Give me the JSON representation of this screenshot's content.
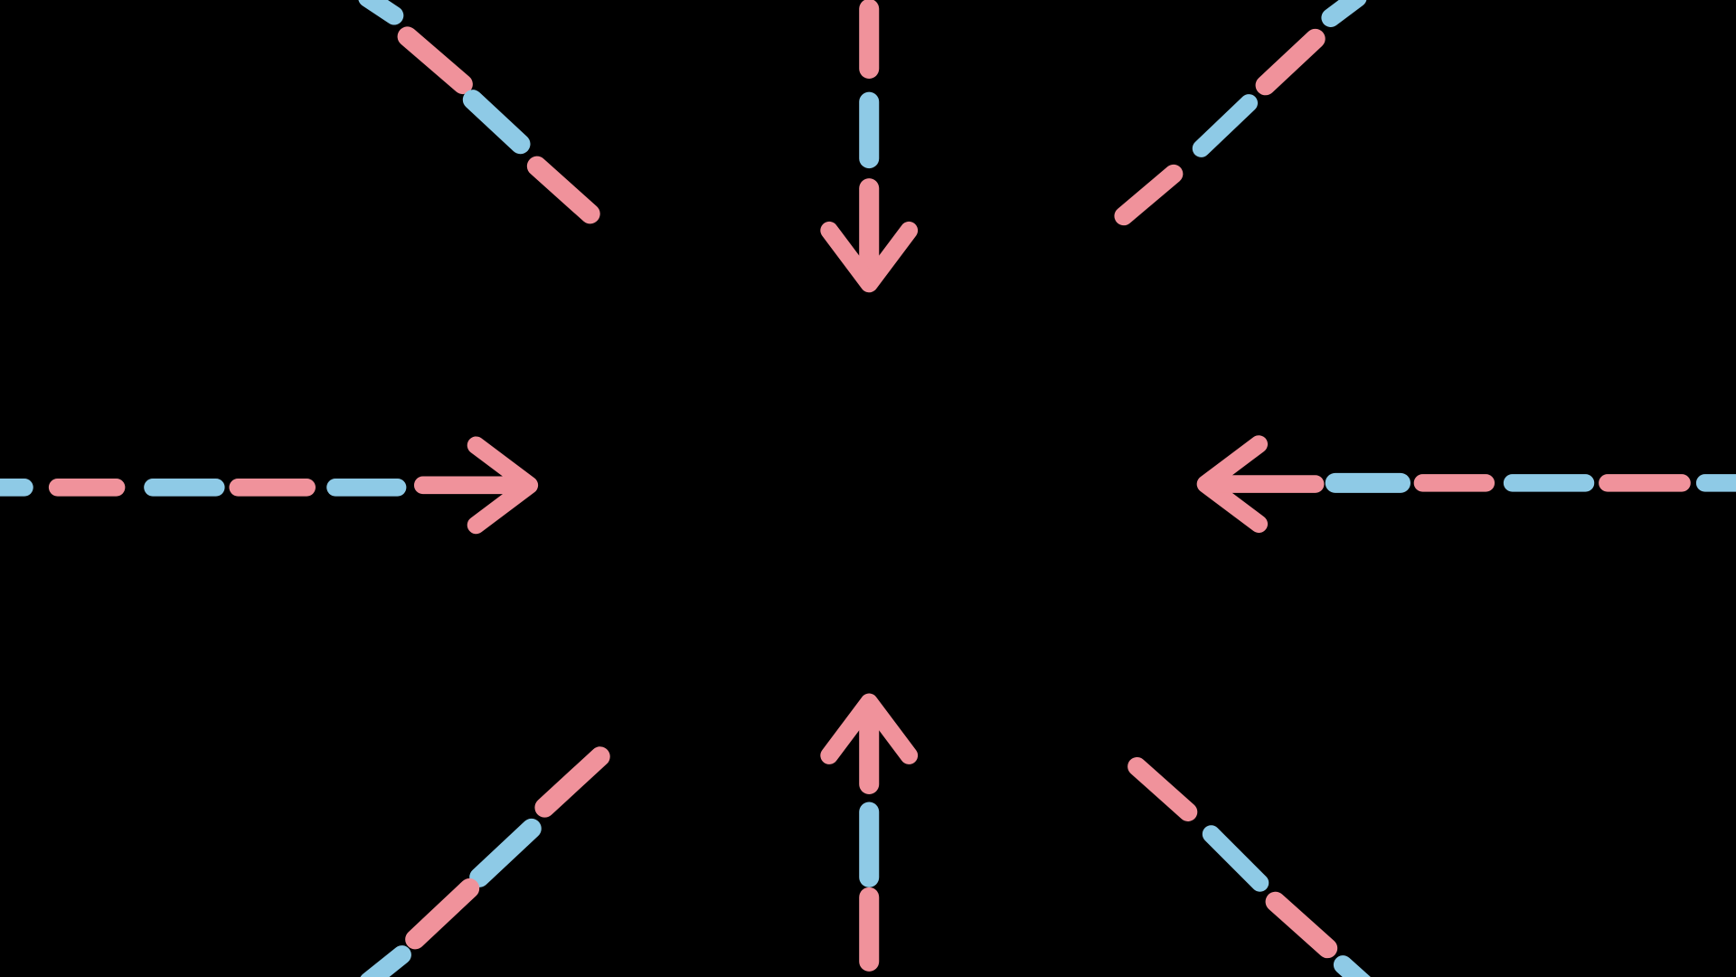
{
  "graphic": {
    "description_free": true,
    "colors": {
      "background": "#000000",
      "pink": "#f0929b",
      "blue": "#8ecae6"
    },
    "arrows": [
      {
        "name": "arrow-top",
        "direction": "down",
        "pattern": [
          "pink",
          "blue",
          "pink"
        ]
      },
      {
        "name": "arrow-bottom",
        "direction": "up",
        "pattern": [
          "pink",
          "blue",
          "pink"
        ]
      },
      {
        "name": "arrow-left",
        "direction": "right",
        "pattern": [
          "blue",
          "pink",
          "blue",
          "pink",
          "blue",
          "pink"
        ]
      },
      {
        "name": "arrow-right",
        "direction": "left",
        "pattern": [
          "pink",
          "blue",
          "pink",
          "blue",
          "pink",
          "blue"
        ]
      },
      {
        "name": "ray-top-left",
        "direction": "inward",
        "pattern": [
          "blue",
          "pink",
          "blue",
          "pink"
        ]
      },
      {
        "name": "ray-top-right",
        "direction": "inward",
        "pattern": [
          "blue",
          "pink",
          "blue",
          "pink"
        ]
      },
      {
        "name": "ray-bottom-left",
        "direction": "inward",
        "pattern": [
          "pink",
          "blue",
          "pink",
          "blue"
        ]
      },
      {
        "name": "ray-bottom-right",
        "direction": "inward",
        "pattern": [
          "pink",
          "blue",
          "pink",
          "blue"
        ]
      }
    ]
  }
}
